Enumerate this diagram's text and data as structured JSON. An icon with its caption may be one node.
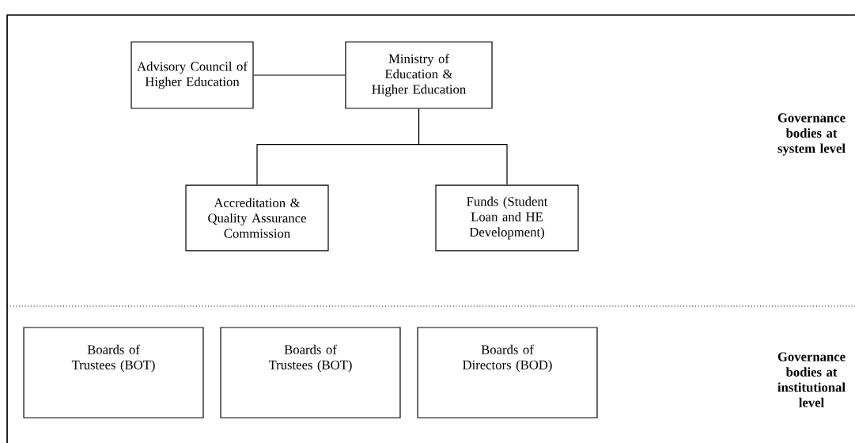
{
  "diagram": {
    "nodes": [
      {
        "text": [
          "Advisory Council of Higher Education"
        ]
      },
      {
        "text": [
          "Ministry of Education & Higher Education"
        ]
      },
      {
        "text": [
          "Accreditation & Quality Assurance Commission"
        ]
      },
      {
        "text": [
          "Funds (Student Loan and HE Development)"
        ]
      },
      {
        "text": [
          "Boards of Trustees (BOT)"
        ]
      },
      {
        "text": [
          "Boards of Trustees (BOT)"
        ]
      },
      {
        "text": [
          "Boards of Directors (BOD)"
        ]
      }
    ],
    "edges": [
      {
        "from": 0,
        "to": 1,
        "arrow": "none"
      },
      {
        "from": 1,
        "to": 2,
        "arrow": "none"
      },
      {
        "from": 1,
        "to": 3,
        "arrow": "none"
      }
    ],
    "labels": [
      "Governance bodies at system level",
      "Governance bodies at institutional level"
    ]
  }
}
